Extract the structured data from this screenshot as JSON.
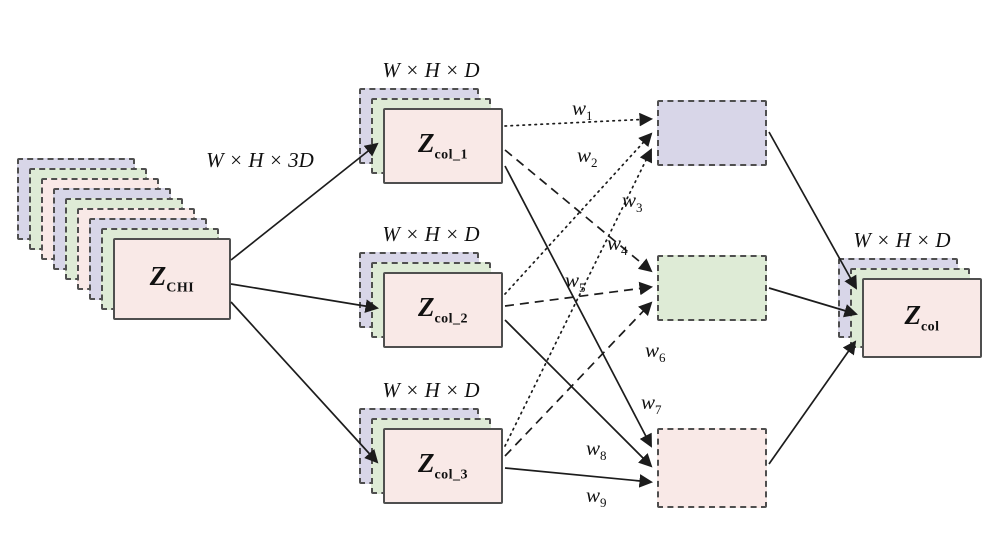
{
  "figure": {
    "input": {
      "symbol": "Z",
      "subscript": "CHI",
      "dim_label": "W × H × 3D"
    },
    "columns": [
      {
        "symbol": "Z",
        "subscript": "col_1",
        "dim_label": "W × H × D"
      },
      {
        "symbol": "Z",
        "subscript": "col_2",
        "dim_label": "W × H × D"
      },
      {
        "symbol": "Z",
        "subscript": "col_3",
        "dim_label": "W × H × D"
      }
    ],
    "fusion_boxes": [
      {
        "id": "top-box",
        "fill": "#d8d6e8"
      },
      {
        "id": "middle-box",
        "fill": "#deebd6"
      },
      {
        "id": "bottom-box",
        "fill": "#f9e9e7"
      }
    ],
    "weights": [
      {
        "symbol": "w",
        "subscript": "1"
      },
      {
        "symbol": "w",
        "subscript": "2"
      },
      {
        "symbol": "w",
        "subscript": "3"
      },
      {
        "symbol": "w",
        "subscript": "4"
      },
      {
        "symbol": "w",
        "subscript": "5"
      },
      {
        "symbol": "w",
        "subscript": "6"
      },
      {
        "symbol": "w",
        "subscript": "7"
      },
      {
        "symbol": "w",
        "subscript": "8"
      },
      {
        "symbol": "w",
        "subscript": "9"
      }
    ],
    "output": {
      "symbol": "Z",
      "subscript": "col",
      "dim_label": "W × H × D"
    },
    "edge_styles": {
      "to_top_box": "dotted",
      "to_middle_box": "dashed",
      "to_bottom_box": "solid"
    },
    "colors": {
      "lavender": "#d8d6e8",
      "green": "#deebd6",
      "pink": "#f9e9e7",
      "stack_border": "#4f4f4f",
      "arrow": "#1c1c1c",
      "background": "#ffffff"
    }
  }
}
